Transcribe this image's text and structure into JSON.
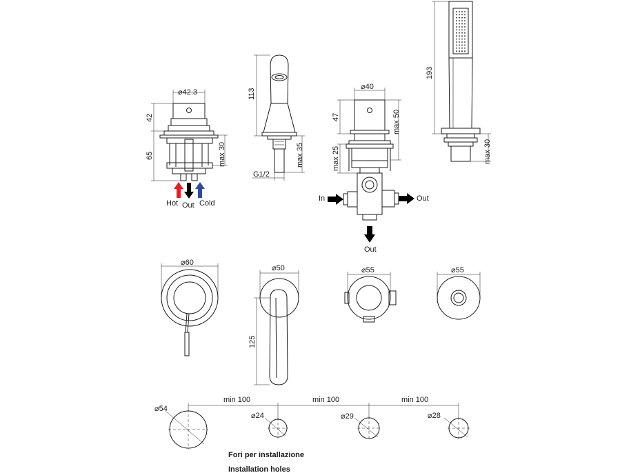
{
  "labels": {
    "mixer_diameter": "⌀42.3",
    "mixer_top_height": "42",
    "mixer_body_height": "65",
    "mixer_max": "max 30",
    "hot": "Hot",
    "out_mixer": "Out",
    "cold": "Cold",
    "spout_height": "113",
    "spout_max": "max 35",
    "spout_thread": "G1/2",
    "diverter_diameter": "⌀40",
    "diverter_top_height": "47",
    "diverter_max_upper": "max 50",
    "diverter_max_lower": "max 25",
    "in": "In",
    "out_right": "Out",
    "out_bottom": "Out",
    "shower_height": "193",
    "shower_max": "max 30",
    "plate_mixer": "⌀60",
    "plate_spout": "⌀50",
    "plate_spout_length": "125",
    "plate_diverter": "⌀55",
    "plate_shower": "⌀55",
    "hole_1": "⌀54",
    "hole_2": "⌀24",
    "hole_3": "⌀29",
    "hole_4": "⌀28",
    "spacing_1": "min 100",
    "spacing_2": "min 100",
    "spacing_3": "min 100",
    "caption_it": "Fori per installazione",
    "caption_en": "Installation holes"
  },
  "colors": {
    "line": "#1a1a1a",
    "hot_arrow": "#e31e24",
    "cold_arrow": "#2e4c9c",
    "flow_arrow": "#000000"
  }
}
